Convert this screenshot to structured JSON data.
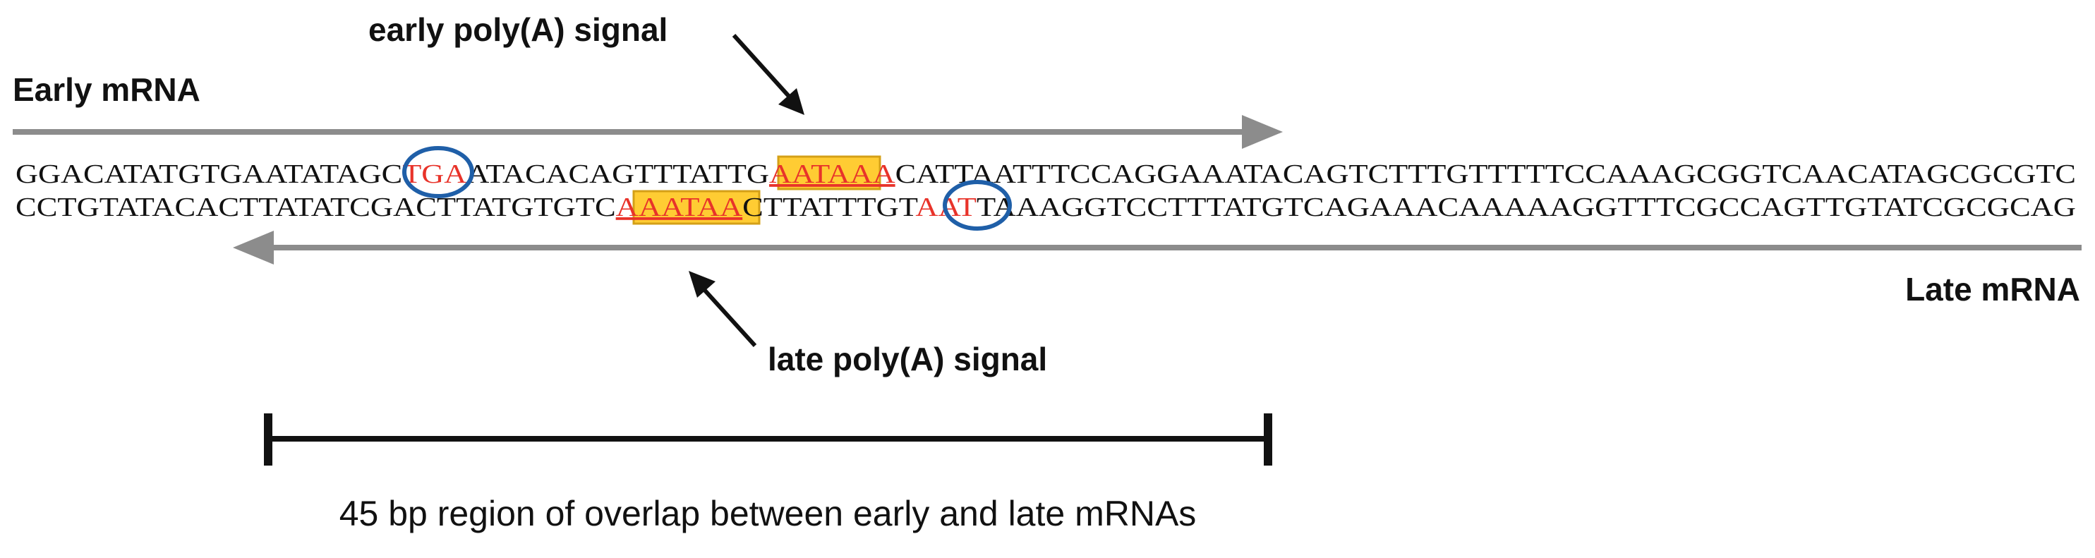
{
  "labels": {
    "early_signal": "early poly(A) signal",
    "early_mrna": "Early mRNA",
    "late_mrna": "Late mRNA",
    "late_signal": "late poly(A) signal",
    "region_caption": "45 bp region of overlap between early and late mRNAs"
  },
  "sequence": {
    "top": {
      "before": "GGACATATGTGAATATAGC",
      "stop": "TGA",
      "middle": "ATACACAGTTTATTG",
      "signal": "AATAAA",
      "after": "CATTAATTTCCAGGAAATACAGTCTTTGTTTTTCCAAAGCGGTCAACATAGCGCGTC"
    },
    "bottom": {
      "before": "CCTGTATACACTTATATCGACTTATGTGTC",
      "signal": "AAATAA",
      "middle": "CTTATTTGT",
      "stop": "AAT",
      "after": "TAAAGGTCCTTTATGTCAGAAACAAAAAGGTTTCGCCAGTTGTATCGCGCAG"
    }
  },
  "colors": {
    "arrow": "#8c8c8c",
    "highlight_fill": "#ffcc33",
    "highlight_border": "#d4a017",
    "emphasis_text": "#e8332a",
    "circle": "#1f5fa8",
    "ink": "#111111"
  },
  "icons": {
    "early_signal_pointer": "arrow-down-right-icon",
    "late_signal_pointer": "arrow-up-left-icon",
    "early_transcript_arrow": "arrow-right-icon",
    "late_transcript_arrow": "arrow-left-icon",
    "stop_codon_marker": "circle-outline-icon"
  }
}
